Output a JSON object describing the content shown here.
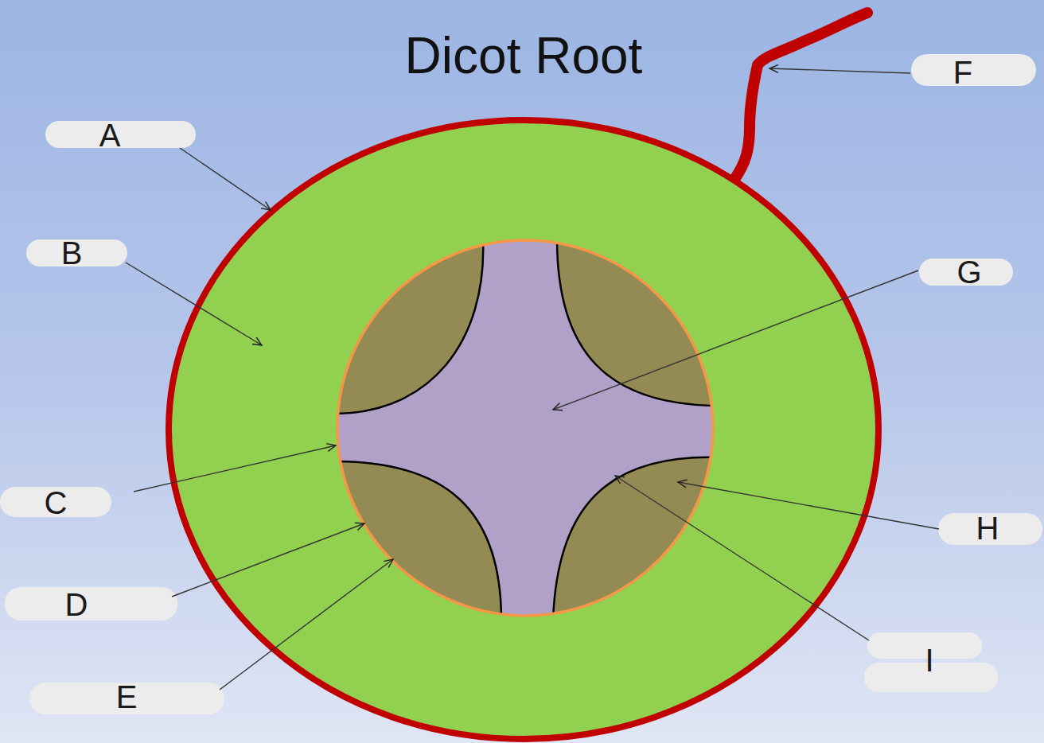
{
  "diagram": {
    "title": "Dicot Root",
    "labels": [
      "A",
      "B",
      "C",
      "D",
      "E",
      "F",
      "G",
      "H",
      "I"
    ]
  }
}
